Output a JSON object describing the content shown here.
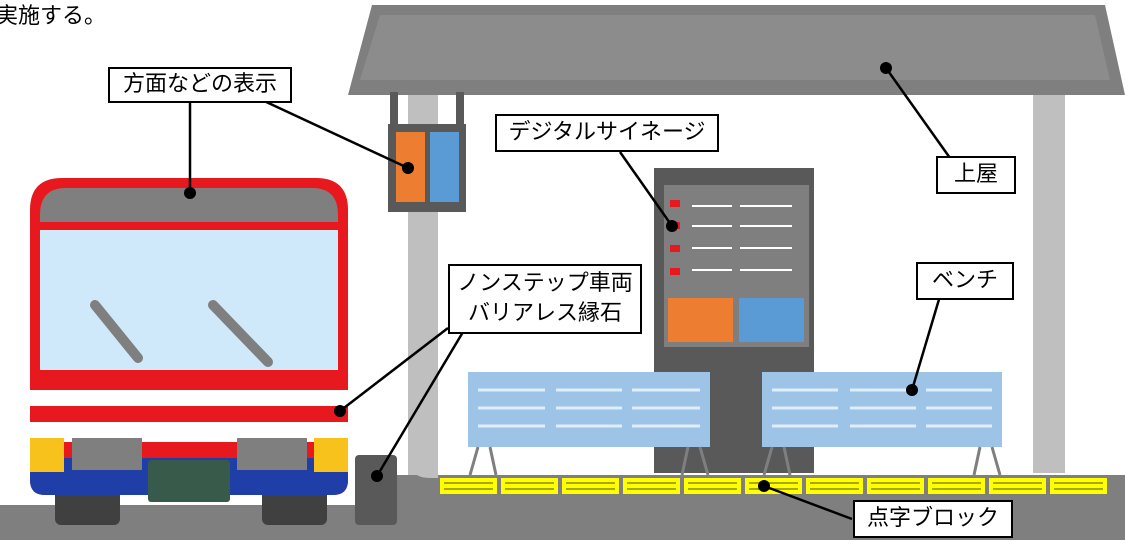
{
  "header_fragment": "実施する。",
  "labels": {
    "direction_sign": "方面などの表示",
    "digital_signage": "デジタルサイネージ",
    "roof": "上屋",
    "bench": "ベンチ",
    "curb_line1": "ノンステップ車両",
    "curb_line2": "バリアレス縁石",
    "tactile": "点字ブロック"
  },
  "colors": {
    "bus_red": "#e8191e",
    "bus_blue": "#1f3ea8",
    "bus_yellow": "#f7c21b",
    "windshield": "#cfe9fb",
    "roof_gray": "#7f7f7f",
    "signage_dark": "#595959",
    "sign_orange": "#ed7d31",
    "sign_blue": "#5b9bd5",
    "bench_blue": "#9dc3e6",
    "tactile_yellow": "#ffff00",
    "ground": "#7f7f7f"
  }
}
